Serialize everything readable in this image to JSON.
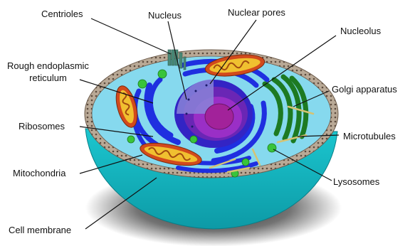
{
  "labels": {
    "centrioles": "Centrioles",
    "nucleus": "Nucleus",
    "nuclear_pores": "Nuclear pores",
    "nucleolus": "Nucleolus",
    "rough_er": "Rough endoplasmic\nreticulum",
    "golgi": "Golgi apparatus",
    "ribosomes": "Ribosomes",
    "microtubules": "Microtubules",
    "mitochondria": "Mitochondria",
    "lysosomes": "Lysosomes",
    "cell_membrane": "Cell membrane"
  },
  "colors": {
    "cytoplasm": "#86d9ee",
    "hemisphere": "#16c0c9",
    "membrane": "#9b8a79",
    "nucleus": "#6a26b5",
    "nucleolus": "#a2229a",
    "rough_er": "#1f2fe0",
    "golgi": "#1d7a22",
    "mitochondria_outer": "#d24a1c",
    "mitochondria_inner": "#f0c030",
    "lysosome": "#39c43a",
    "microtubule": "#d5c372",
    "centriole": "#4a8a78"
  }
}
